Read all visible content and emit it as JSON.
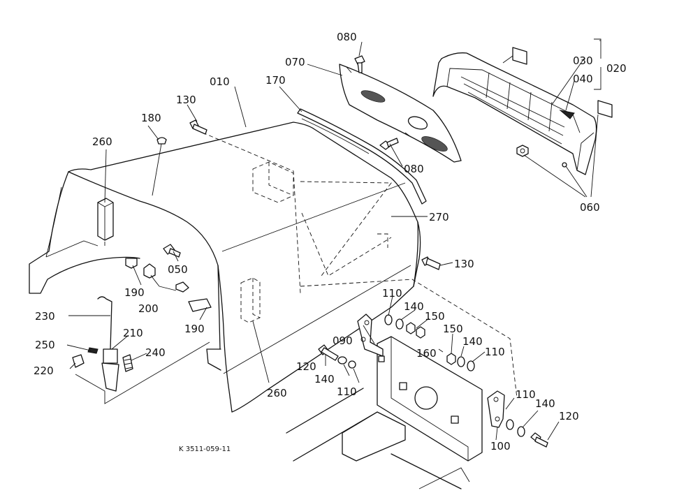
{
  "callouts": [
    {
      "id": "c010",
      "text": "010"
    },
    {
      "id": "c020",
      "text": "020"
    },
    {
      "id": "c030",
      "text": "030"
    },
    {
      "id": "c040",
      "text": "040"
    },
    {
      "id": "c050",
      "text": "050"
    },
    {
      "id": "c060",
      "text": "060"
    },
    {
      "id": "c070",
      "text": "070"
    },
    {
      "id": "c080a",
      "text": "080"
    },
    {
      "id": "c080b",
      "text": "080"
    },
    {
      "id": "c090",
      "text": "090"
    },
    {
      "id": "c100",
      "text": "100"
    },
    {
      "id": "c110a",
      "text": "110"
    },
    {
      "id": "c110b",
      "text": "110"
    },
    {
      "id": "c110c",
      "text": "110"
    },
    {
      "id": "c110d",
      "text": "110"
    },
    {
      "id": "c120a",
      "text": "120"
    },
    {
      "id": "c120b",
      "text": "120"
    },
    {
      "id": "c130a",
      "text": "130"
    },
    {
      "id": "c130b",
      "text": "130"
    },
    {
      "id": "c140a",
      "text": "140"
    },
    {
      "id": "c140b",
      "text": "140"
    },
    {
      "id": "c140c",
      "text": "140"
    },
    {
      "id": "c140d",
      "text": "140"
    },
    {
      "id": "c150a",
      "text": "150"
    },
    {
      "id": "c150b",
      "text": "150"
    },
    {
      "id": "c160",
      "text": "160"
    },
    {
      "id": "c170",
      "text": "170"
    },
    {
      "id": "c180",
      "text": "180"
    },
    {
      "id": "c190a",
      "text": "190"
    },
    {
      "id": "c190b",
      "text": "190"
    },
    {
      "id": "c200",
      "text": "200"
    },
    {
      "id": "c210",
      "text": "210"
    },
    {
      "id": "c220",
      "text": "220"
    },
    {
      "id": "c230",
      "text": "230"
    },
    {
      "id": "c240",
      "text": "240"
    },
    {
      "id": "c250",
      "text": "250"
    },
    {
      "id": "c260a",
      "text": "260"
    },
    {
      "id": "c260b",
      "text": "260"
    },
    {
      "id": "c270",
      "text": "270"
    }
  ],
  "drawing_code": "K 3511-059-11"
}
